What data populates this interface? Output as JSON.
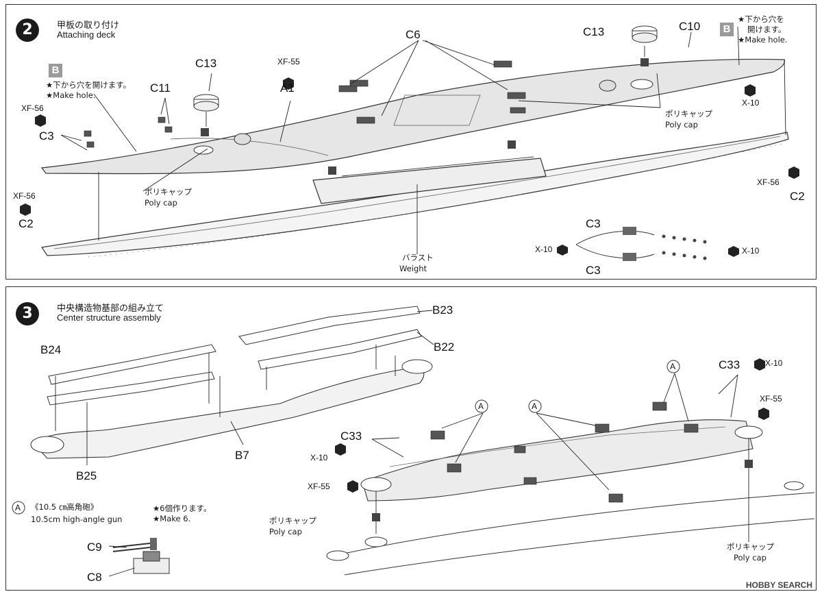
{
  "step2": {
    "number": "2",
    "title_jp": "甲板の取り付け",
    "title_en": "Attaching deck",
    "labels": {
      "c6": "C6",
      "c13_center": "C13",
      "c13_right": "C13",
      "c10": "C10",
      "c11": "C11",
      "c3_left": "C3",
      "c2_left": "C2",
      "c2_right": "C2",
      "a1": "A1",
      "c3_top": "C3",
      "c3_bottom": "C3"
    },
    "small": {
      "xf55": "XF-55",
      "xf56_left": "XF-56",
      "xf56_c2": "XF-56",
      "xf56_right": "XF-56",
      "x10_right": "X-10",
      "x10_inset_left": "X-10",
      "x10_inset_right": "X-10"
    },
    "notes": {
      "b_left_box": "B",
      "b_left_jp": "★下から穴を開けます。",
      "b_left_en": "★Make hole.",
      "b_right_box": "B",
      "b_right_jp1": "★下から穴を",
      "b_right_jp2": "開けます。",
      "b_right_en": "★Make hole.",
      "polycap_left_jp": "ポリキャップ",
      "polycap_left_en": "Poly cap",
      "polycap_right_jp": "ポリキャップ",
      "polycap_right_en": "Poly cap",
      "weight_jp": "バラスト",
      "weight_en": "Weight"
    }
  },
  "step3": {
    "number": "3",
    "title_jp": "中央構造物基部の組み立て",
    "title_en": "Center structure assembly",
    "labels": {
      "b23": "B23",
      "b22": "B22",
      "b24": "B24",
      "b25": "B25",
      "b7": "B7",
      "c33_left": "C33",
      "c33_right": "C33",
      "c9": "C9",
      "c8": "C8",
      "a_mark1": "A",
      "a_mark2": "A",
      "a_mark3": "A",
      "a_legend": "A"
    },
    "small": {
      "x10_left": "X-10",
      "x10_right": "X-10",
      "xf55_left": "XF-55",
      "xf55_right": "XF-55"
    },
    "notes": {
      "gun_jp": "《10.5 ㎝高角砲》",
      "gun_en": "10.5cm high-angle gun",
      "make6_jp": "★6個作ります。",
      "make6_en": "★Make 6.",
      "polycap_left_jp": "ポリキャップ",
      "polycap_left_en": "Poly cap",
      "polycap_right_jp": "ポリキャップ",
      "polycap_right_en": "Poly cap"
    }
  },
  "watermark": "HOBBY SEARCH"
}
